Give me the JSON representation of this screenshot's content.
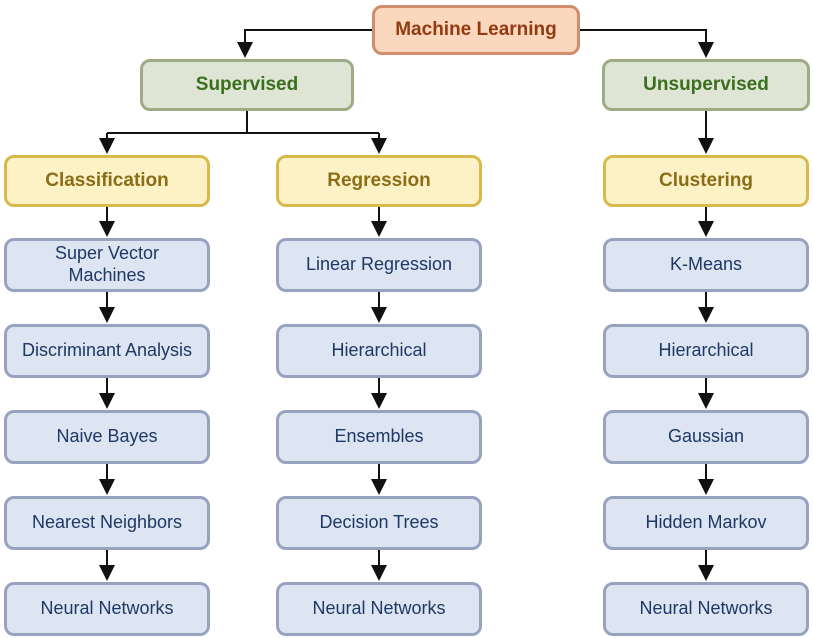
{
  "diagram": {
    "root": {
      "label": "Machine Learning"
    },
    "branches": [
      {
        "label": "Supervised"
      },
      {
        "label": "Unsupervised"
      }
    ],
    "groups": [
      {
        "label": "Classification",
        "items": [
          "Super Vector Machines",
          "Discriminant Analysis",
          "Naive Bayes",
          "Nearest Neighbors",
          "Neural Networks"
        ]
      },
      {
        "label": "Regression",
        "items": [
          "Linear Regression",
          "Hierarchical",
          "Ensembles",
          "Decision Trees",
          "Neural Networks"
        ]
      },
      {
        "label": "Clustering",
        "items": [
          "K-Means",
          "Hierarchical",
          "Gaussian",
          "Hidden Markov",
          "Neural Networks"
        ]
      }
    ],
    "colors": {
      "root_fill": "#FAD7BD",
      "root_border": "#D28D6D",
      "root_text": "#933B10",
      "branch_fill": "#DFE5D5",
      "branch_border": "#9EAB85",
      "branch_text": "#3A701D",
      "category_fill": "#FCF2C6",
      "category_border": "#D7B94D",
      "category_text": "#8C6D17",
      "leaf_fill": "#DDE4F2",
      "leaf_border": "#97A3BE",
      "leaf_text": "#1F3864",
      "connector": "#111111"
    }
  }
}
